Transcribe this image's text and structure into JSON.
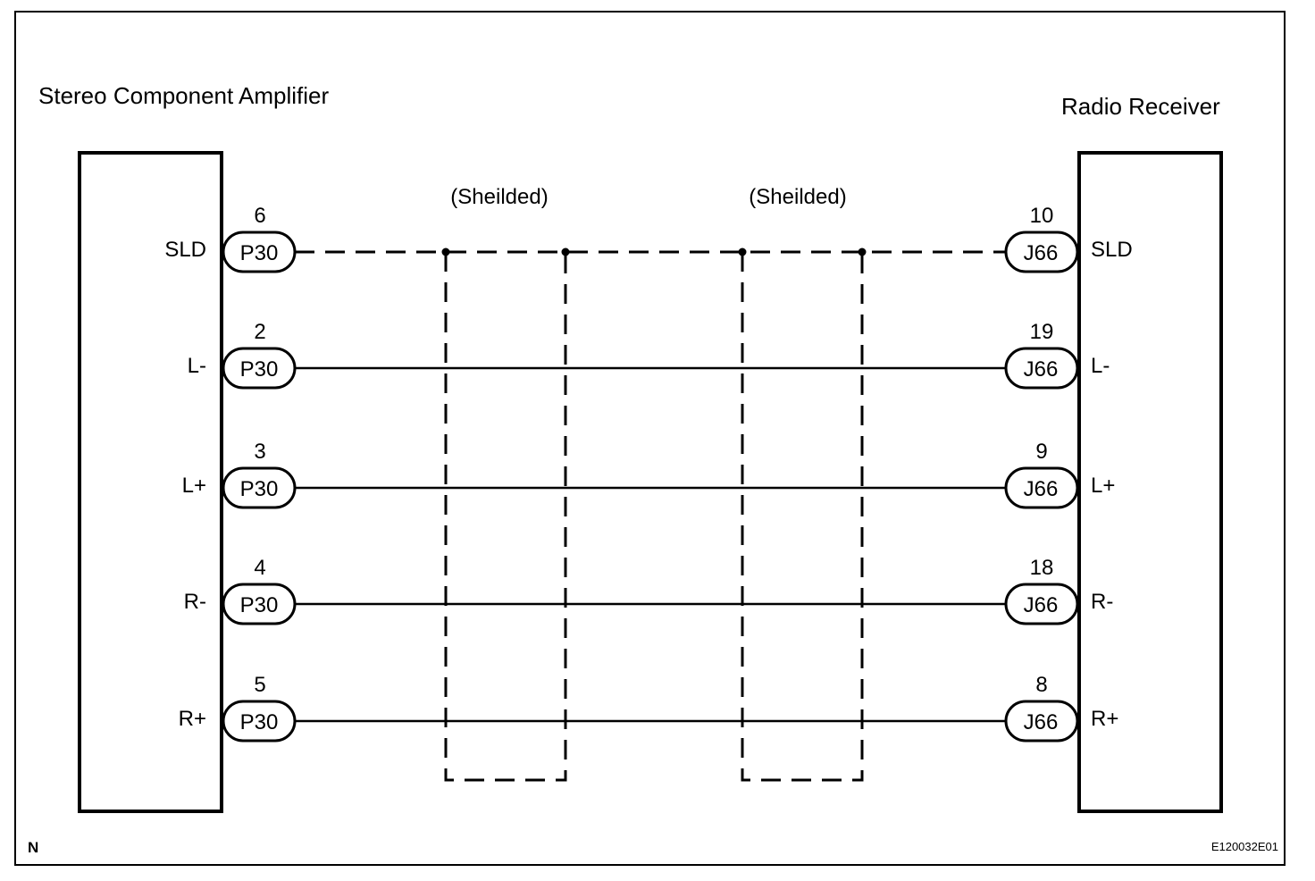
{
  "left_component": {
    "title": "Stereo Component Amplifier",
    "connector": "P30"
  },
  "right_component": {
    "title": "Radio Receiver",
    "connector": "J66"
  },
  "shield_labels": [
    "(Sheilded)",
    "(Sheilded)"
  ],
  "wires": [
    {
      "signal": "SLD",
      "left_pin": "6",
      "right_pin": "10",
      "shielded": true
    },
    {
      "signal": "L-",
      "left_pin": "2",
      "right_pin": "19",
      "shielded": false
    },
    {
      "signal": "L+",
      "left_pin": "3",
      "right_pin": "9",
      "shielded": false
    },
    {
      "signal": "R-",
      "left_pin": "4",
      "right_pin": "18",
      "shielded": false
    },
    {
      "signal": "R+",
      "left_pin": "5",
      "right_pin": "8",
      "shielded": false
    }
  ],
  "corner_mark": "N",
  "figure_code": "E120032E01"
}
